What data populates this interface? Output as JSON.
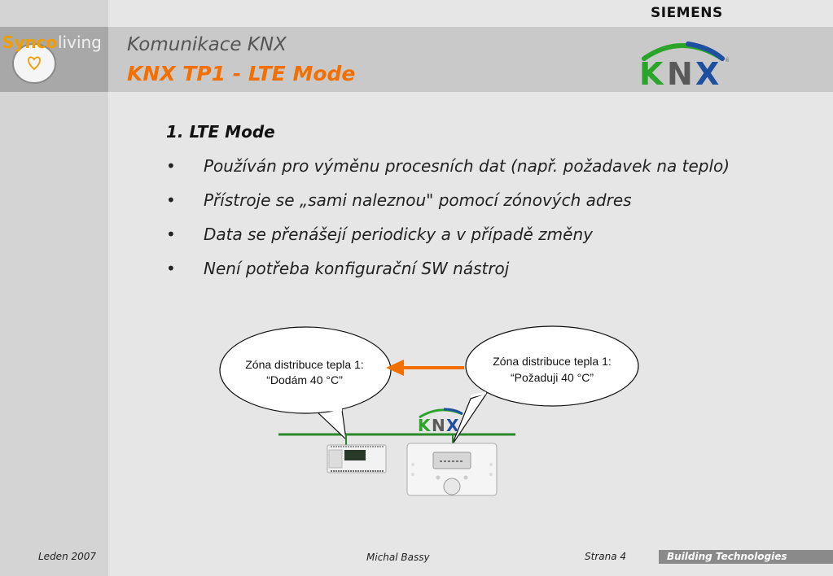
{
  "header": {
    "brand": "SIEMENS",
    "product_logo_left": "Synco",
    "product_logo_right": "living",
    "title": "Komunikace KNX",
    "subtitle": "KNX TP1 - LTE Mode",
    "knx_logo_text": "KNX",
    "colors": {
      "accent": "#f36f00",
      "knx_green": "#2aa52a",
      "knx_gray": "#5a5a5a",
      "knx_blue": "#1f4fa0"
    }
  },
  "content": {
    "heading": "1. LTE Mode",
    "bullets": [
      "Používán pro výměnu procesních dat (např. požadavek na teplo)",
      "Přístroje se „sami naleznou\" pomocí zónových adres",
      "Data se přenášejí periodicky a v případě změny",
      "Není potřeba konfigurační SW nástroj"
    ]
  },
  "diagram": {
    "left_bubble_line1": "Zóna distribuce tepla 1:",
    "left_bubble_line2": "“Dodám 40 °C”",
    "right_bubble_line1": "Zóna distribuce tepla 1:",
    "right_bubble_line2": "“Požaduji 40 °C”",
    "bus_logo_text": "KNX",
    "arrow_color": "#f36f00",
    "bus_color": "#2a8a2a"
  },
  "footer": {
    "date": "Leden 2007",
    "author": "Michal Bassy",
    "page": "Strana 4",
    "division": "Building Technologies"
  }
}
